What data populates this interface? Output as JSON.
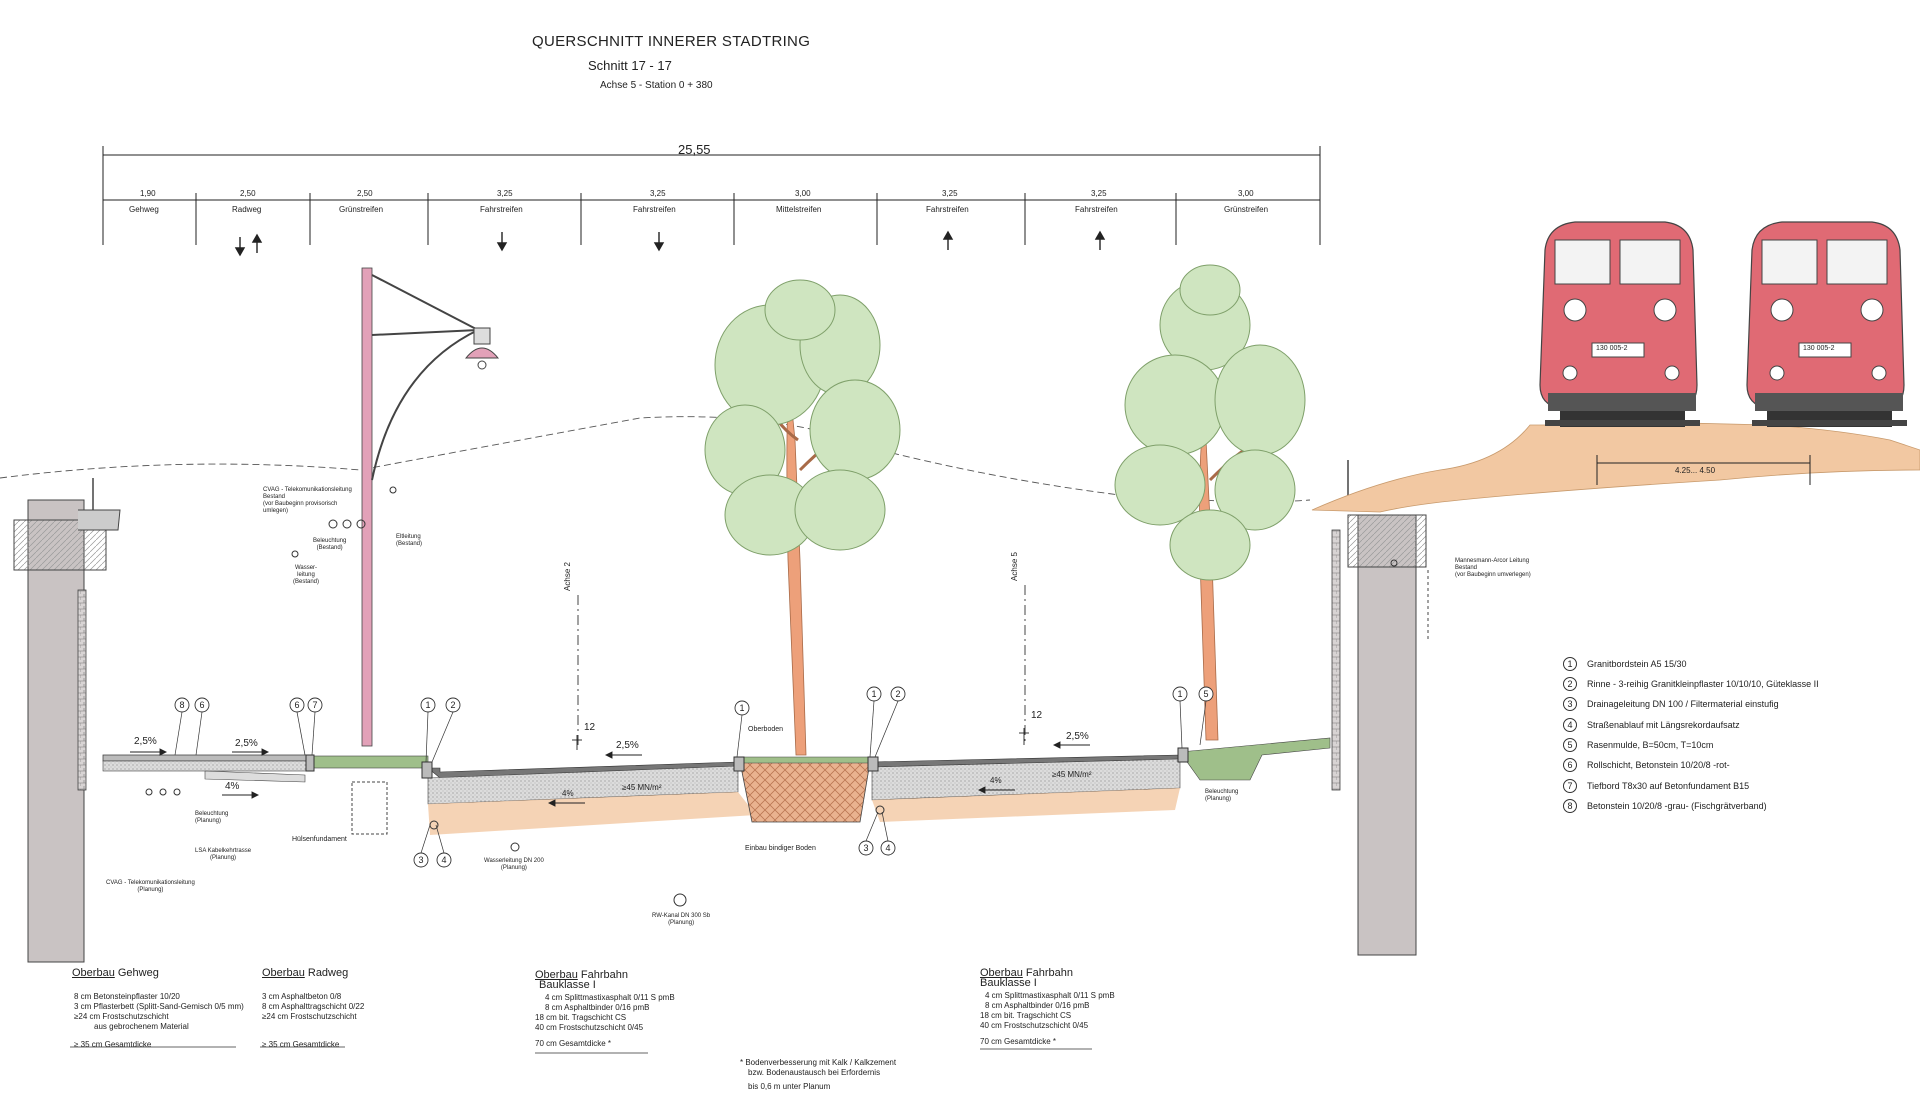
{
  "title": {
    "main": "QUERSCHNITT INNERER STADTRING",
    "section": "Schnitt 17 - 17",
    "station": "Achse 5 - Station 0 + 380"
  },
  "dimensions": {
    "total": "25,55",
    "segments": [
      {
        "width": "1,90",
        "name": "Gehweg"
      },
      {
        "width": "2,50",
        "name": "Radweg"
      },
      {
        "width": "2,50",
        "name": "Grünstreifen"
      },
      {
        "width": "3,25",
        "name": "Fahrstreifen"
      },
      {
        "width": "3,25",
        "name": "Fahrstreifen"
      },
      {
        "width": "3,00",
        "name": "Mittelstreifen"
      },
      {
        "width": "3,25",
        "name": "Fahrstreifen"
      },
      {
        "width": "3,25",
        "name": "Fahrstreifen"
      },
      {
        "width": "3,00",
        "name": "Grünstreifen"
      }
    ],
    "rail_dim": "4.25... 4.50"
  },
  "axes": {
    "a2": "Achse 2",
    "a5": "Achse 5"
  },
  "slopes": {
    "s1": "2,5%",
    "s2": "2,5%",
    "s3": "4%",
    "s4": "2,5%",
    "s5": "4%",
    "s6": "2,5%",
    "s7": "4%"
  },
  "heights": {
    "h1": "12",
    "h2": "12"
  },
  "modulus": {
    "m1": "≥45 MN/m²",
    "m2": "≥45 MN/m²"
  },
  "annotations": {
    "cvag_bestand": "CVAG - Telekomunikationsleitung\nBestand\n(vor Baubeginn provisorisch\numlegen)",
    "bel_bestand": "Beleuchtung\n(Bestand)",
    "wasser_bestand": "Wasser-\nleitung\n(Bestand)",
    "elt_bestand": "Eltleitung\n(Bestand)",
    "bel_planung1": "Beleuchtung\n(Planung)",
    "lsa": "LSA Kabelkehrtrasse\n(Planung)",
    "cvag_planung": "CVAG - Telekomunikationsleitung\n(Planung)",
    "huelsen": "Hülsenfundament",
    "wasser_planung": "Wasserleitung DN 200\n(Planung)",
    "rw_kanal": "RW-Kanal DN 300 Sb\n(Planung)",
    "oberboden": "Oberboden",
    "einbau": "Einbau bindiger Boden",
    "bel_planung2": "Beleuchtung\n(Planung)",
    "mannesmann": "Mannesmann-Arcor Leitung\nBestand\n(vor Baubeginn umverlegen)"
  },
  "legend": [
    {
      "n": "1",
      "text": "Granitbordstein A5 15/30"
    },
    {
      "n": "2",
      "text": "Rinne - 3-reihig Granitkleinpflaster 10/10/10, Güteklasse II"
    },
    {
      "n": "3",
      "text": "Drainageleitung DN 100 / Filtermaterial einstufig"
    },
    {
      "n": "4",
      "text": "Straßenablauf mit Längsrekordaufsatz"
    },
    {
      "n": "5",
      "text": "Rasenmulde, B=50cm, T=10cm"
    },
    {
      "n": "6",
      "text": "Rollschicht, Betonstein 10/20/8 -rot-"
    },
    {
      "n": "7",
      "text": "Tiefbord T8x30 auf Betonfundament B15"
    },
    {
      "n": "8",
      "text": "Betonstein 10/20/8 -grau- (Fischgrätverband)"
    }
  ],
  "oberbau": {
    "gehweg": {
      "head_u": "Oberbau",
      "head": "Gehweg",
      "rows": [
        "8 cm Betonsteinpflaster 10/20",
        "3 cm Pflasterbett (Splitt-Sand-Gemisch 0/5 mm)",
        "≥24 cm Frostschutzschicht",
        "aus gebrochenem Material"
      ],
      "total": "≥ 35 cm Gesamtdicke"
    },
    "radweg": {
      "head_u": "Oberbau",
      "head": "Radweg",
      "rows": [
        "3 cm Asphaltbeton 0/8",
        "8 cm Asphalttragschicht 0/22",
        "≥24 cm Frostschutzschicht"
      ],
      "total": "≥ 35 cm Gesamtdicke"
    },
    "fahrbahn1": {
      "head_u": "Oberbau",
      "head": "Fahrbahn",
      "klasse": "Bauklasse I",
      "rows": [
        "4 cm Splittmastixasphalt 0/11 S pmB",
        "8 cm Asphaltbinder 0/16 pmB",
        "18 cm bit. Tragschicht CS",
        "40 cm Frostschutzschicht 0/45"
      ],
      "total": "70 cm Gesamtdicke *"
    },
    "fahrbahn2": {
      "head_u": "Oberbau",
      "head": "Fahrbahn",
      "klasse": "Bauklasse I",
      "rows": [
        "4 cm Splittmastixasphalt 0/11 S pmB",
        "8 cm Asphaltbinder 0/16 pmB",
        "18 cm bit. Tragschicht CS",
        "40 cm Frostschutzschicht 0/45"
      ],
      "total": "70 cm Gesamtdicke *"
    },
    "footnote": [
      "* Bodenverbesserung mit Kalk / Kalkzement",
      "bzw. Bodenaustausch bei Erfordernis",
      "bis 0,6 m unter Planum"
    ]
  },
  "locomotives": {
    "number1": "130 005-2",
    "number2": "130 005-2"
  },
  "colors": {
    "loco": "#e06a74",
    "tree": "#cfe5c0",
    "trunk": "#eda07a",
    "soil": "#f2c8a2",
    "pole": "#e2a1b8",
    "concrete": "#c9c3c3"
  }
}
